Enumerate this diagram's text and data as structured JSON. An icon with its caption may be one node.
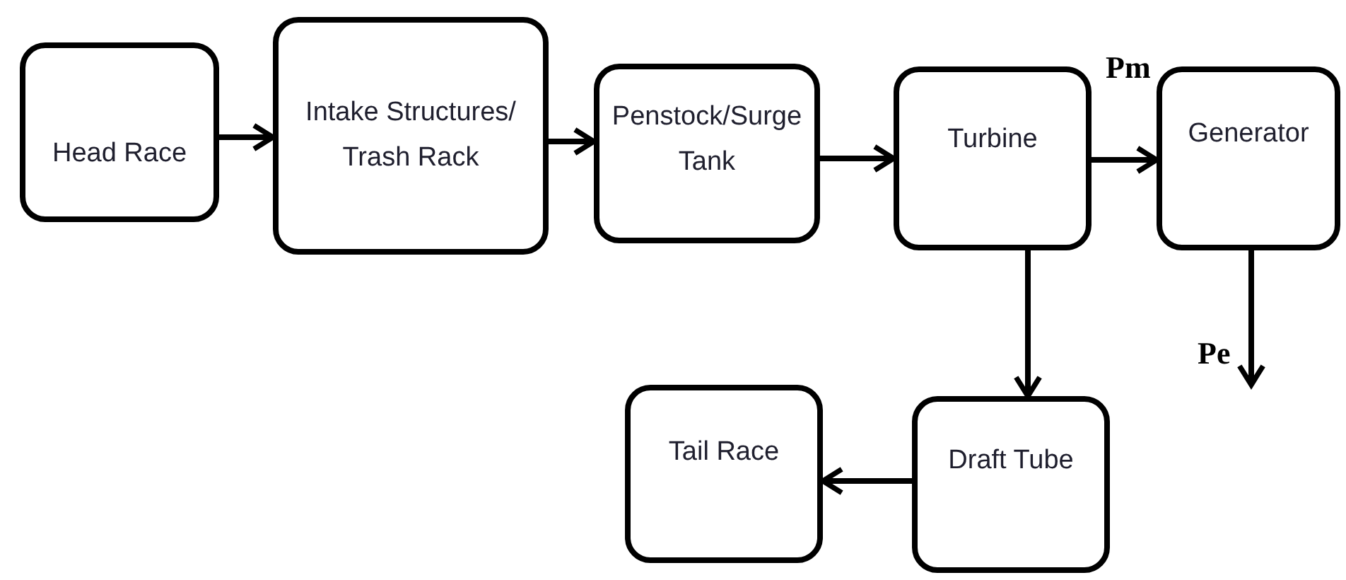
{
  "diagram": {
    "nodes": [
      {
        "text": [
          "Head Race"
        ]
      },
      {
        "text": [
          "Intake Structures/ Trash Rack"
        ]
      },
      {
        "text": [
          "Penstock/Surge Tank"
        ]
      },
      {
        "text": [
          "Turbine"
        ]
      },
      {
        "text": [
          "Generator"
        ]
      },
      {
        "text": [
          "Draft Tube"
        ]
      },
      {
        "text": [
          "Tail Race"
        ]
      }
    ],
    "edges": [
      {
        "from": 0,
        "to": 1,
        "arrow": "to"
      },
      {
        "from": 1,
        "to": 2,
        "arrow": "to"
      },
      {
        "from": 2,
        "to": 3,
        "arrow": "to"
      },
      {
        "from": 3,
        "to": 4,
        "arrow": "to",
        "label": "Pm"
      },
      {
        "from": 3,
        "to": 5,
        "arrow": "to"
      },
      {
        "from": 5,
        "to": 6,
        "arrow": "to"
      },
      {
        "from": 4,
        "to": null,
        "arrow": "to",
        "label": "Pe"
      }
    ]
  }
}
